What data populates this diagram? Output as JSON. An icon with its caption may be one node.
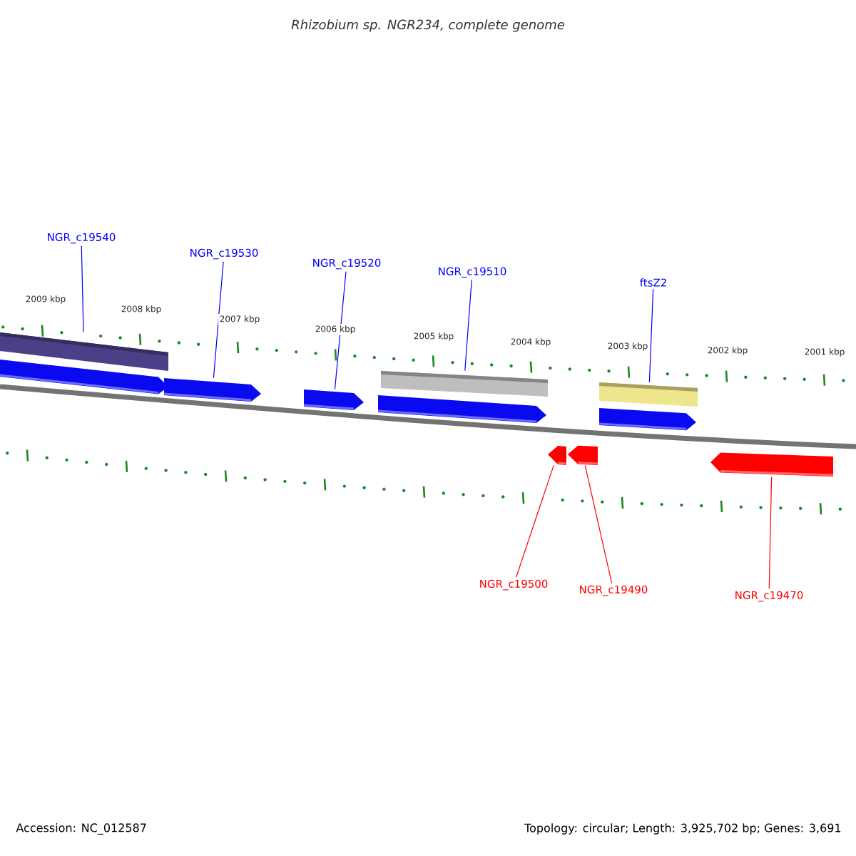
{
  "diagram": {
    "title": "Rhizobium sp. NGR234, complete genome",
    "nodes": [
      {
        "text": [
          "NGR_c19540"
        ]
      },
      {
        "text": [
          "NGR_c19530"
        ]
      },
      {
        "text": [
          "NGR_c19520"
        ]
      },
      {
        "text": [
          "NGR_c19510"
        ]
      },
      {
        "text": [
          "ftsZ2"
        ]
      },
      {
        "text": [],
        "shape": "arrow"
      },
      {
        "text": [],
        "shape": "arrow"
      },
      {
        "text": [],
        "shape": "arrow"
      },
      {
        "text": [],
        "shape": "arrow"
      },
      {
        "text": [],
        "shape": "arrow"
      },
      {
        "text": [],
        "shape": "arrow"
      },
      {
        "text": [],
        "shape": "arrow"
      },
      {
        "text": [],
        "shape": "arrow"
      },
      {
        "text": [
          "NGR_c19500"
        ]
      },
      {
        "text": [
          "NGR_c19490"
        ]
      },
      {
        "text": [
          "NGR_c19470"
        ]
      }
    ],
    "edges": [
      {
        "from": 0,
        "to": 5,
        "arrow": "none",
        "color": "#0000ff"
      },
      {
        "from": 1,
        "to": 6,
        "arrow": "none",
        "color": "#0000ff"
      },
      {
        "from": 2,
        "to": 7,
        "arrow": "none",
        "color": "#0000ff"
      },
      {
        "from": 3,
        "to": 8,
        "arrow": "none",
        "color": "#0000ff"
      },
      {
        "from": 4,
        "to": 9,
        "arrow": "none",
        "color": "#0000ff"
      },
      {
        "from": 13,
        "to": 10,
        "arrow": "none",
        "color": "#ff0000"
      },
      {
        "from": 14,
        "to": 11,
        "arrow": "none",
        "color": "#ff0000"
      },
      {
        "from": 15,
        "to": 12,
        "arrow": "none",
        "color": "#ff0000"
      }
    ],
    "labels": [
      "2009 kbp",
      "2008 kbp",
      "2007 kbp",
      "2006 kbp",
      "2005 kbp",
      "2004 kbp",
      "2003 kbp",
      "2002 kbp",
      "2001 kbp",
      "Accession: NC_012587",
      "Topology: circular; Length: 3,925,702 bp; Genes: 3,691"
    ]
  }
}
